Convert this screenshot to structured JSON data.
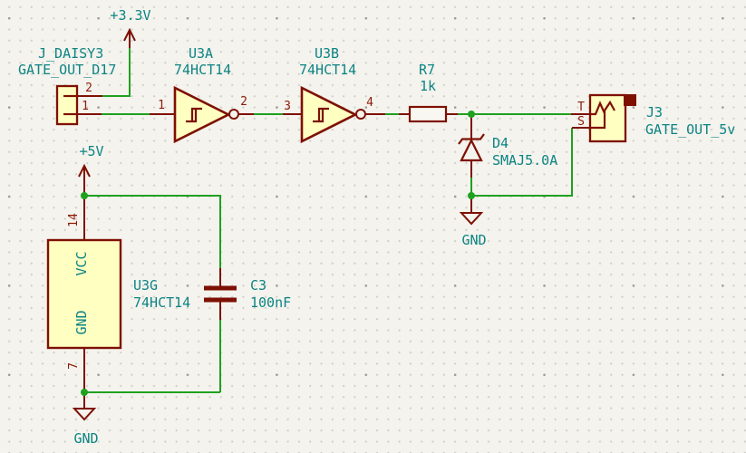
{
  "app": "kicad-schematic-view",
  "colors": {
    "background": "#F4F3ED",
    "grid_dot": "#CFCEC9",
    "wire_green": "#1FA11F",
    "symbol_outline_red": "#7E1002",
    "symbol_fill_yellow": "#FFFFC2",
    "field_text_teal": "#0D8484",
    "pin_number_red": "#8C1C0A"
  },
  "power": {
    "v33": {
      "label": "+3.3V"
    },
    "v5": {
      "label": "+5V"
    }
  },
  "components": {
    "j_daisy3": {
      "ref": "J_DAISY3",
      "value": "GATE_OUT_D17",
      "pin1": "1",
      "pin2": "2"
    },
    "u3a": {
      "ref": "U3A",
      "value": "74HCT14",
      "pin_in": "1",
      "pin_out": "2"
    },
    "u3b": {
      "ref": "U3B",
      "value": "74HCT14",
      "pin_in": "3",
      "pin_out": "4"
    },
    "r7": {
      "ref": "R7",
      "value": "1k"
    },
    "d4": {
      "ref": "D4",
      "value": "SMAJ5.0A"
    },
    "j3": {
      "ref": "J3",
      "value": "GATE_OUT_5v",
      "pin_tip": "T",
      "pin_sleeve": "S"
    },
    "u3g": {
      "ref": "U3G",
      "value": "74HCT14",
      "pin_vcc_number": "14",
      "pin_gnd_number": "7",
      "pin_vcc_name": "VCC",
      "pin_gnd_name": "GND"
    },
    "c3": {
      "ref": "C3",
      "value": "100nF"
    }
  },
  "grounds": {
    "gnd_right": {
      "label": "GND"
    },
    "gnd_left": {
      "label": "GND"
    }
  }
}
